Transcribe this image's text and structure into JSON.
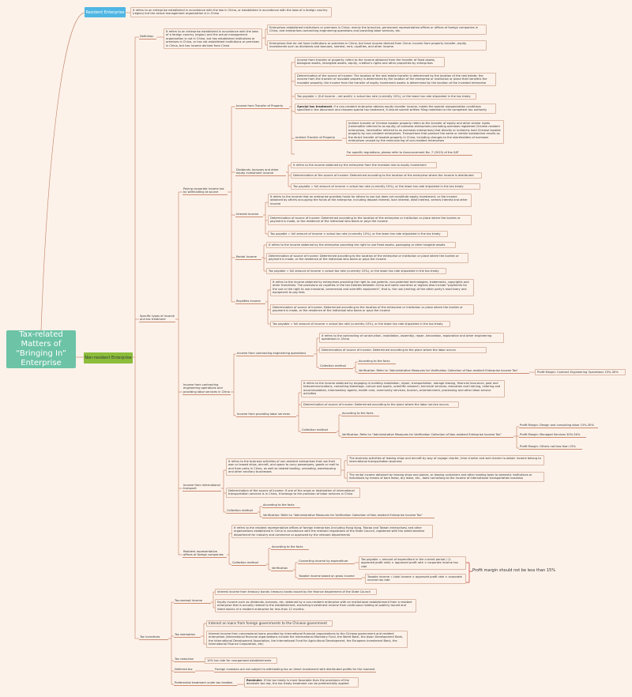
{
  "root": {
    "title": "Tax-related Matters of “Bringing In” Enterprise"
  },
  "resident": {
    "label": "Resident Enterprise",
    "desc": "It refers to an enterprise established in accordance with the law in China, or established in accordance with the laws of a foreign country (region) but the actual management organization is in China"
  },
  "non_resident": {
    "label": "Non-resident Enterprise",
    "definition": {
      "label": "Definition",
      "desc": "It refers to an enterprise established in accordance with the laws of a foreign country (region) and the actual management organization is not in China, but has established institutions or premises in China, or has not established institutions or premises in China, but has income derived from China",
      "c1": "Enterprises established institutions or premises in China: mainly the branches, permanent representative offices or offices of foreign companies in China, and enterprises contracting engineering operations and providing labor services, etc.",
      "c2": "Enterprises that do not have institutions or premises in China, but have income derived from China: income from property transfer, equity investments such as dividends and bonuses, interest, rent, royalties, and other income."
    },
    "specific": {
      "label": "Specific types of income and tax treatment",
      "paying": {
        "label": "Paying corporate income tax by withholding at source",
        "transfer": {
          "label": "Income from Transfer of Property",
          "t1": "Income from transfer of property: refers to the income obtained from the transfer of fixed assets, biological assets, intangible assets, equity, creditor's rights and other properties by enterprises",
          "t2": "Determination of the source of income: The location of the real estate transfer is determined by the location of the real estate; the income from the transfer of movable property is determined by the location of the enterprise or institution or place that transfers the movable property; the income from the transfer of equity investment assets is determined by the location of the invested enterprise",
          "t3": "Tax payable = (full income - net worth) × actual tax rate (currently 10%), or the lower tax rate stipulated in the tax treaty",
          "t4_bold": "Special tax treatment",
          "t4": ": if a non-resident enterprise obtains equity transfer income, meets the special reorganization conditions specified in the document and chooses special tax treatment, it should submit written filing materials to the competent tax authority",
          "indirect_label": "Indirect Transfer of Property",
          "indirect": "Indirect transfer of Chinese taxable property refers to the transfer of equity and other similar rights (hereinafter referred to as equity) of overseas enterprises (excluding overseas registered Chinese resident enterprises, hereinafter referred to as overseas enterprises) that directly or indirectly hold Chinese taxable property by non-resident enterprises. Transactions that produce the same or similar substantive results as the direct transfer of taxable property in China, including changes to the shareholders of overseas enterprises caused by the restructuring of non-resident enterprises",
          "t5": "For specific regulations, please refer to Announcement No. 7 (2015) of the SAT"
        },
        "dividends": {
          "label": "Dividends, bonuses and other equity investment income",
          "d1": "It refers to the income obtained by the enterprise from the investee due to equity investment",
          "d2": "Determination of the source of income: Determined according to the location of the enterprise where the income is distributed",
          "d3": "Tax payable = full amount of income × actual tax rate (currently 10%), or the lower tax rate stipulated in the tax treaty"
        },
        "interest": {
          "label": "Interest Income",
          "i1": "It refers to the income that an enterprise provides funds for others to use but does not constitute equity investment, or the income obtained by others occupying the funds of the enterprise, including deposit interest, loan interest, debt interest, arrears interest and other income",
          "i2": "Determination of source of income: Determined according to the location of the enterprise or institution or place where the burden or payment is made, or the residence of the individual who bears or pays the income",
          "i3": "Tax payable = full amount of income × actual tax rate (currently 10%), or the lower tax rate stipulated in the tax treaty"
        },
        "rental": {
          "label": "Rental Income",
          "r1": "It refers to the income obtained by the enterprise providing the right to use fixed assets, packaging or other tangible assets",
          "r2": "Determination of source of income: Determined according to the location of the enterprise or institution or place where the burden or payment is made, or the residence of the individual who bears or pays the income",
          "r3": "Tax payable = full amount of income × actual tax rate (currently 10%), or the lower tax rate stipulated in the tax treaty"
        },
        "royalties": {
          "label": "Royalties Income",
          "y1": "It refers to the income obtained by enterprises providing the right to use patents, non-patented technologies, trademarks, copyrights and other franchises. The provisions on royalties in the tax treaties between China and some countries or regions also include \"payments for the use or the right to use industrial, commercial and scientific equipment\", that is, the use (renting) of the other party's machinery and equipment to pay fees",
          "y2": "Determination of source of income: Determined according to the location of the enterprise or institution or place where the burden or payment is made, or the residence of the individual who bears or pays the income",
          "y3": "Tax payable = full amount of income × actual tax rate (currently 10%), or the lower tax rate stipulated in the tax treaty"
        }
      },
      "contracting": {
        "label": "Income from contracting engineering operations and providing labor services in China",
        "eng": {
          "label": "Income from contracting engineering operations",
          "e1": "It refers to the contracting of construction, installation, assembly, repair, decoration, exploration and other engineering operations in China",
          "e2": "Determination of source of income: Determined according to the place where the labor occurs",
          "method": "Collection method",
          "facts": "According to the facts",
          "verif": "Verification: Refer to \"Administrative Measures for Verification Collection of Non-resident Enterprise Income Tax\"",
          "pm": "Profit Margin: Contract Engineering Operations 15%-30%"
        },
        "labor": {
          "label": "Income from providing labor services",
          "l1": "It refers to the income obtained by engaging in building installation, repair, transportation, storage leasing, financial insurance, post and telecommunications, consulting brokerage, culture and sports, scientific research, technical services, education and training, catering and accommodation, intermediary agents, health care, community services, tourism, entertainment, processing and other labor service activities",
          "l2": "Determination of source of income: Determined according to the place where the labor service occurs",
          "method": "Collection method",
          "facts": "According to the facts",
          "verif": "Verification: Refer to \"Administrative Measures for Verification Collection of Non-resident Enterprise Income Tax\"",
          "pm1": "Profit Margin: Design and consulting labor 15%-30%",
          "pm2": "Profit Margin: Managed Services 30%-50%",
          "pm3": "Profit Margin: Others not less than 15%"
        }
      },
      "transport": {
        "label": "Income from international transport",
        "t1": "It refers to the business activities of non-resident enterprises that use their own or leased ships, aircraft, and space to carry passengers, goods or mail to and from ports in China, as well as related loading, unloading, warehousing and other ancillary businesses",
        "t1a": "The business activities of leasing ships and aircraft by way of voyage charter, time charter and wet charter to obtain income belong to international transportation business",
        "t1b": "The rental income obtained by leasing ships and planes, or leasing containers and other loading tools to domestic institutions or individuals by means of bare lease, dry lease, etc., does not belong to the income of international transportation business",
        "t2": "Determination of the source of income: If one of the origin or destination of international transportation services is in China, it belongs to the provision of labor services in China",
        "method": "Collection method",
        "facts": "According to the facts",
        "verif": "Verification: Refer to \"Administrative Measures for Verification Collection of Non-resident Enterprise Income Tax\""
      },
      "rep": {
        "label": "Resident representative offices of foreign companies",
        "r1": "It refers to the resident representative offices of foreign enterprises (including Hong Kong, Macao and Taiwan enterprises) and other organizations established in China in accordance with the relevant regulations of the State Council, registered with the administrative department for industry and commerce or approved by the relevant departments",
        "method": "Collection method",
        "facts": "According to the facts",
        "verif": "Verification",
        "conv": "Converting income by expenditure",
        "conv_f": "Tax payable = amount of expenditure in the current period / (1-approved profit rate) × approved profit rate × corporate income tax rate",
        "gross": "Taxable income based on gross income",
        "gross_f": "Taxable income = total income × approved profit rate × corporate income tax rate",
        "pm": "Profit margin should not be less than 15%"
      }
    },
    "incentives": {
      "label": "Tax incentives",
      "exempt": {
        "label": "Tax-exempt income",
        "e1": "Interest income from treasury bonds: treasury bonds issued by the finance department of the State Council",
        "e2": "Equity income such as dividends, bonuses, etc. obtained by a non-resident enterprise with an institutional establishment from a resident enterprise that is actually related to the establishment, excluding investment income from continuous holding of publicly issued and listed stocks of a resident enterprise for less than 12 months."
      },
      "exemption": {
        "label": "Tax exemption",
        "x1": "Interest on loans from foreign governments to the Chinese government",
        "x2": "Interest income from concessional loans provided by international financial organizations to the Chinese government and resident enterprises (international financial organizations include the International Monetary Fund, the World Bank, the Asian Development Bank, the International Development Association, the International Fund for Agricultural Development, the European Investment Bank, the International Finance Corporation, etc)"
      },
      "reduction": {
        "label": "Tax reduction",
        "text": "10% tax rate for unorganized establishments"
      },
      "deferred": {
        "label": "Deferred tax",
        "text": "Foreign investors are not subject to withholding tax on direct investment with distributed profits for the moment"
      },
      "preferential": {
        "label": "Preferential treatment under tax treaties",
        "bold": "Reminder",
        "text": ": If the tax treaty is more favorable than the provisions of the domestic tax law, the tax treaty treatment can be preferentially applied"
      }
    }
  }
}
